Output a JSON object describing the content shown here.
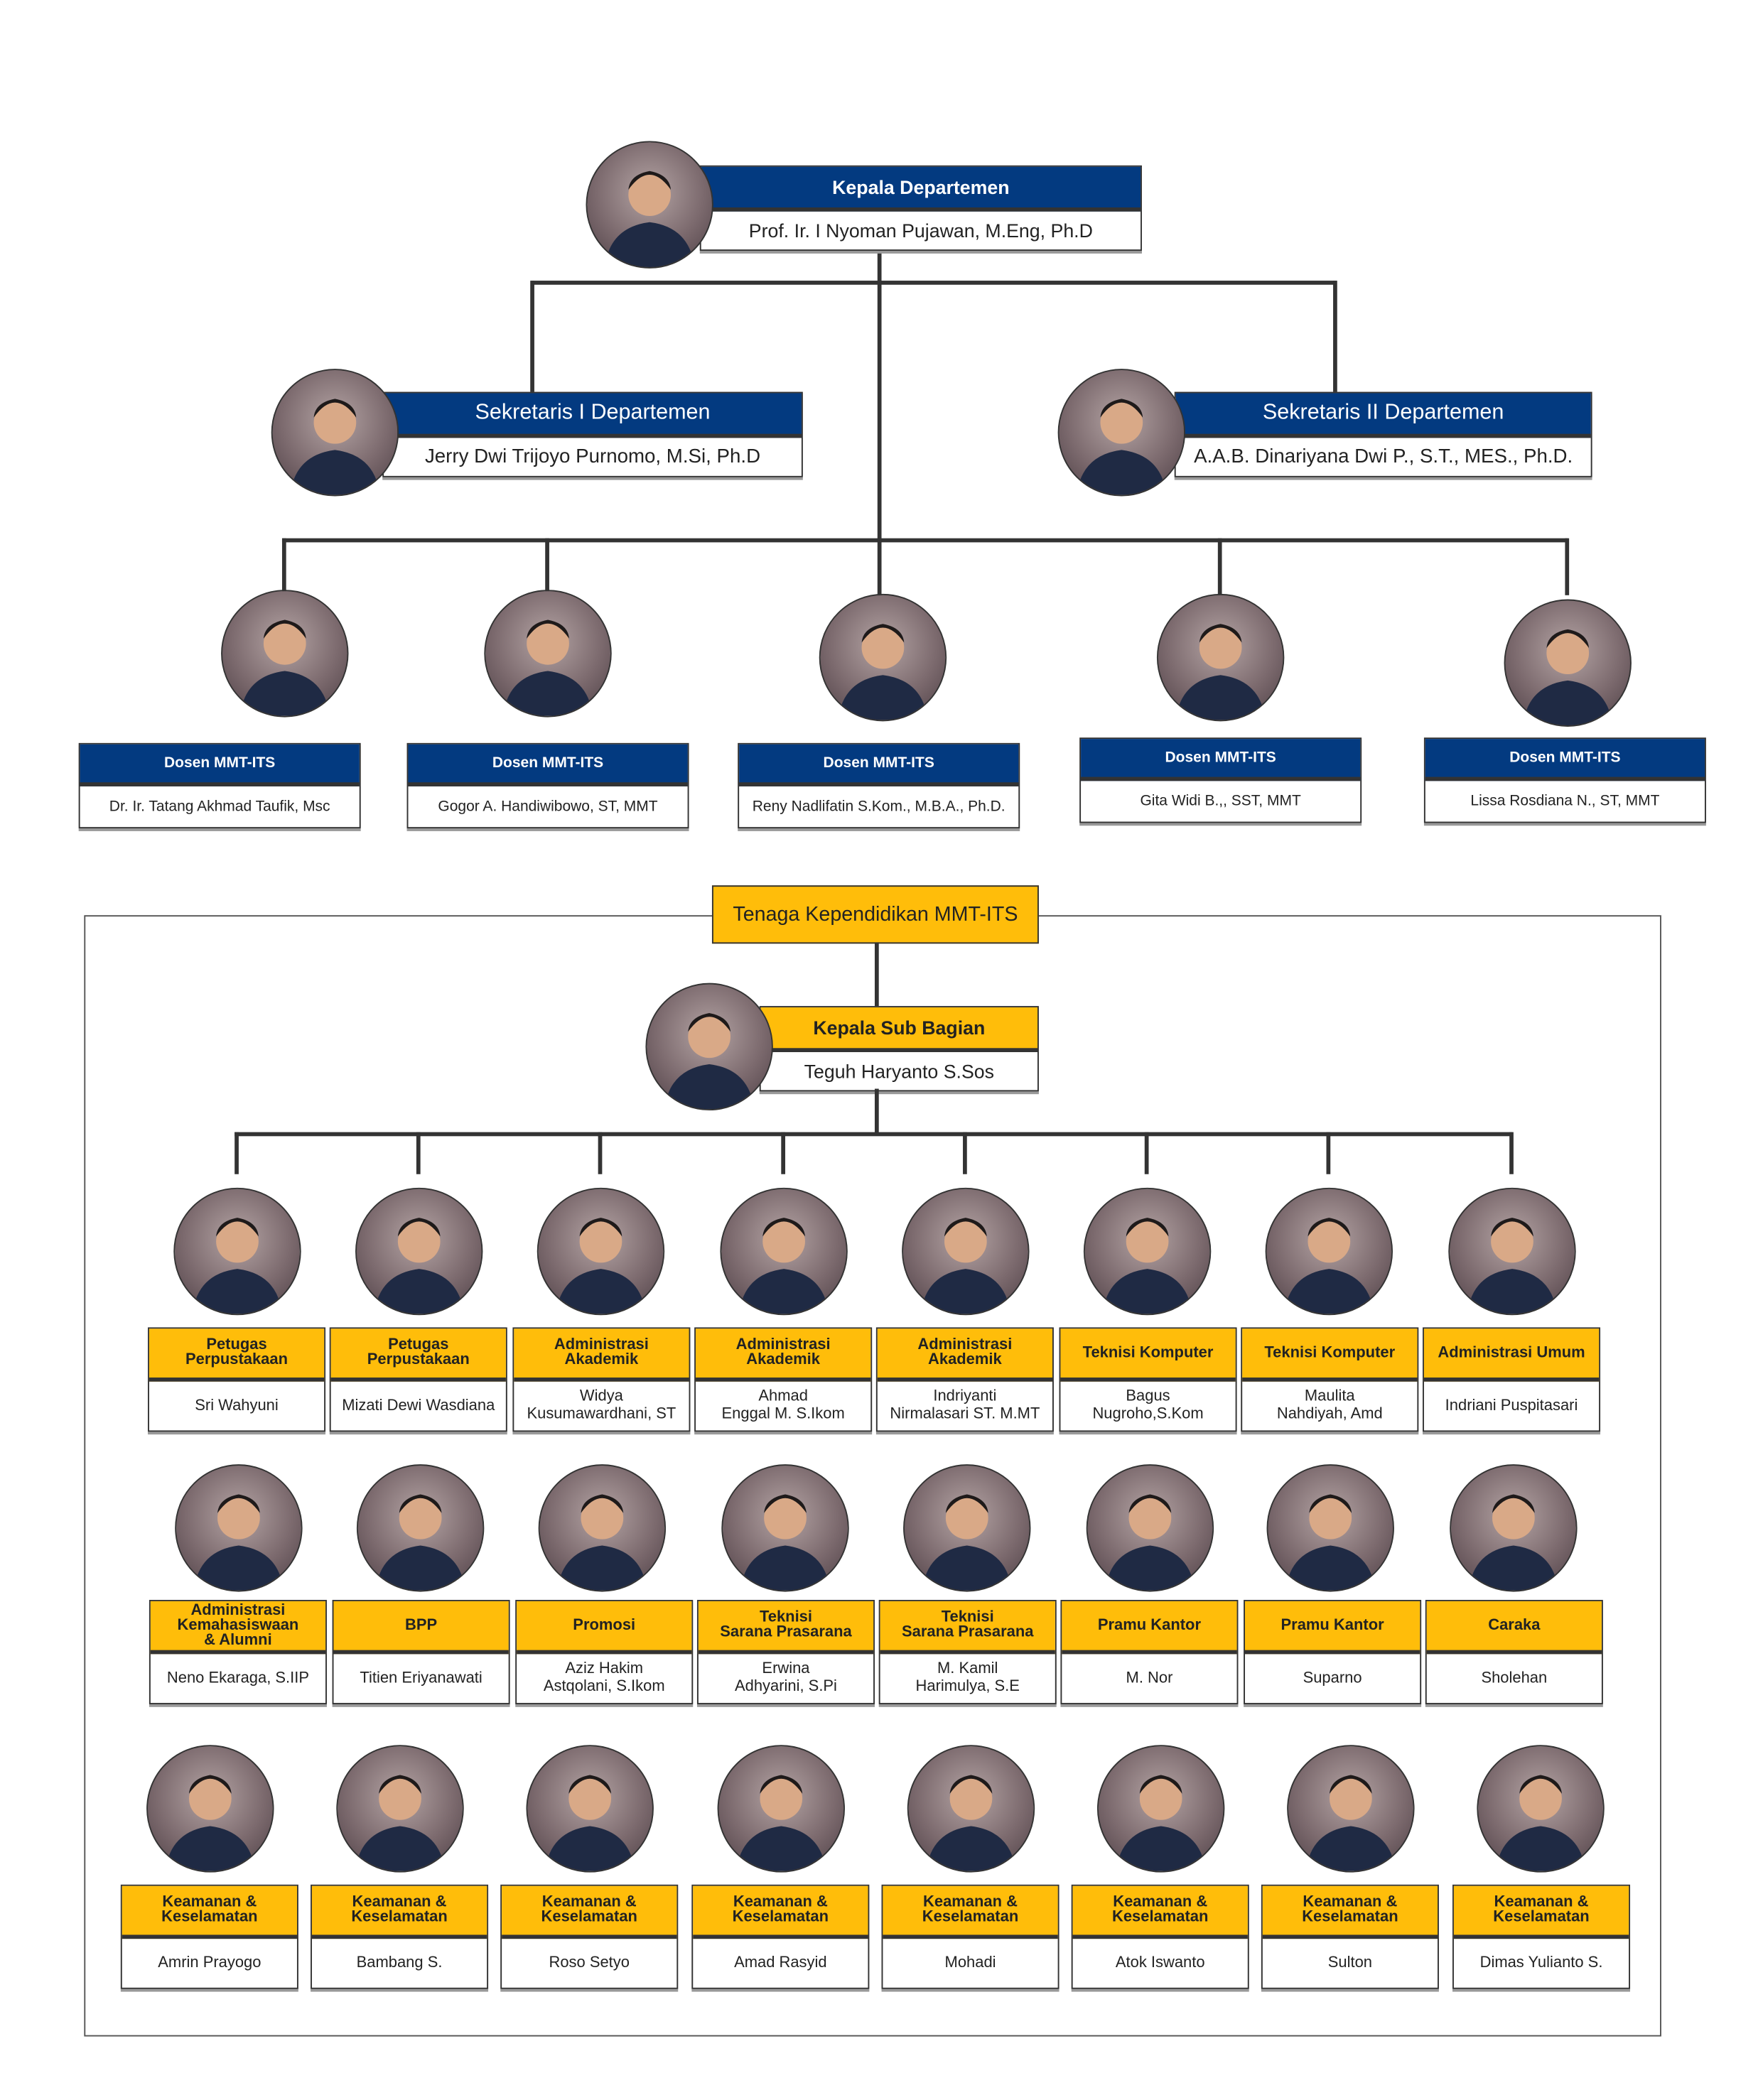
{
  "head": {
    "title": "Kepala Departemen",
    "name": "Prof. Ir. I Nyoman Pujawan, M.Eng, Ph.D"
  },
  "secretaries": [
    {
      "title": "Sekretaris I Departemen",
      "name": "Jerry Dwi Trijoyo Purnomo, M.Si, Ph.D"
    },
    {
      "title": "Sekretaris II Departemen",
      "name": "A.A.B. Dinariyana Dwi P., S.T., MES., Ph.D."
    }
  ],
  "lecturers": [
    {
      "title": "Dosen MMT-ITS",
      "name": "Dr. Ir. Tatang Akhmad Taufik, Msc"
    },
    {
      "title": "Dosen MMT-ITS",
      "name": "Gogor A. Handiwibowo, ST, MMT"
    },
    {
      "title": "Dosen MMT-ITS",
      "name": "Reny Nadlifatin S.Kom., M.B.A., Ph.D."
    },
    {
      "title": "Dosen MMT-ITS",
      "name": "Gita Widi B.,, SST, MMT"
    },
    {
      "title": "Dosen MMT-ITS",
      "name": "Lissa Rosdiana N., ST, MMT"
    }
  ],
  "staff_section": {
    "title": "Tenaga Kependidikan MMT-ITS"
  },
  "sub_head": {
    "title": "Kepala Sub Bagian",
    "name": "Teguh Haryanto S.Sos"
  },
  "staff_rows": [
    [
      {
        "role": "Petugas\nPerpustakaan",
        "name": "Sri Wahyuni"
      },
      {
        "role": "Petugas\nPerpustakaan",
        "name": "Mizati Dewi Wasdiana"
      },
      {
        "role": "Administrasi\nAkademik",
        "name": "Widya\nKusumawardhani, ST"
      },
      {
        "role": "Administrasi\nAkademik",
        "name": "Ahmad\nEnggal M. S.Ikom"
      },
      {
        "role": "Administrasi\nAkademik",
        "name": "Indriyanti\nNirmalasari ST. M.MT"
      },
      {
        "role": "Teknisi Komputer",
        "name": "Bagus\nNugroho,S.Kom"
      },
      {
        "role": "Teknisi Komputer",
        "name": "Maulita\nNahdiyah, Amd"
      },
      {
        "role": "Administrasi Umum",
        "name": "Indriani Puspitasari"
      }
    ],
    [
      {
        "role": "Administrasi\nKemahasiswaan\n& Alumni",
        "name": "Neno Ekaraga, S.IIP"
      },
      {
        "role": "BPP",
        "name": "Titien Eriyanawati"
      },
      {
        "role": "Promosi",
        "name": "Aziz Hakim\nAstqolani, S.Ikom"
      },
      {
        "role": "Teknisi\nSarana Prasarana",
        "name": "Erwina\nAdhyarini, S.Pi"
      },
      {
        "role": "Teknisi\nSarana Prasarana",
        "name": "M. Kamil\nHarimulya, S.E"
      },
      {
        "role": "Pramu Kantor",
        "name": "M. Nor"
      },
      {
        "role": "Pramu Kantor",
        "name": "Suparno"
      },
      {
        "role": "Caraka",
        "name": "Sholehan"
      }
    ],
    [
      {
        "role": "Keamanan &\nKeselamatan",
        "name": "Amrin Prayogo"
      },
      {
        "role": "Keamanan &\nKeselamatan",
        "name": "Bambang S."
      },
      {
        "role": "Keamanan &\nKeselamatan",
        "name": "Roso Setyo"
      },
      {
        "role": "Keamanan &\nKeselamatan",
        "name": "Amad Rasyid"
      },
      {
        "role": "Keamanan &\nKeselamatan",
        "name": "Mohadi"
      },
      {
        "role": "Keamanan &\nKeselamatan",
        "name": "Atok Iswanto"
      },
      {
        "role": "Keamanan &\nKeselamatan",
        "name": "Sulton"
      },
      {
        "role": "Keamanan &\nKeselamatan",
        "name": "Dimas Yulianto S."
      }
    ]
  ],
  "colors": {
    "navy": "#033a80",
    "yellow": "#ffbd0a",
    "line": "#333333"
  }
}
